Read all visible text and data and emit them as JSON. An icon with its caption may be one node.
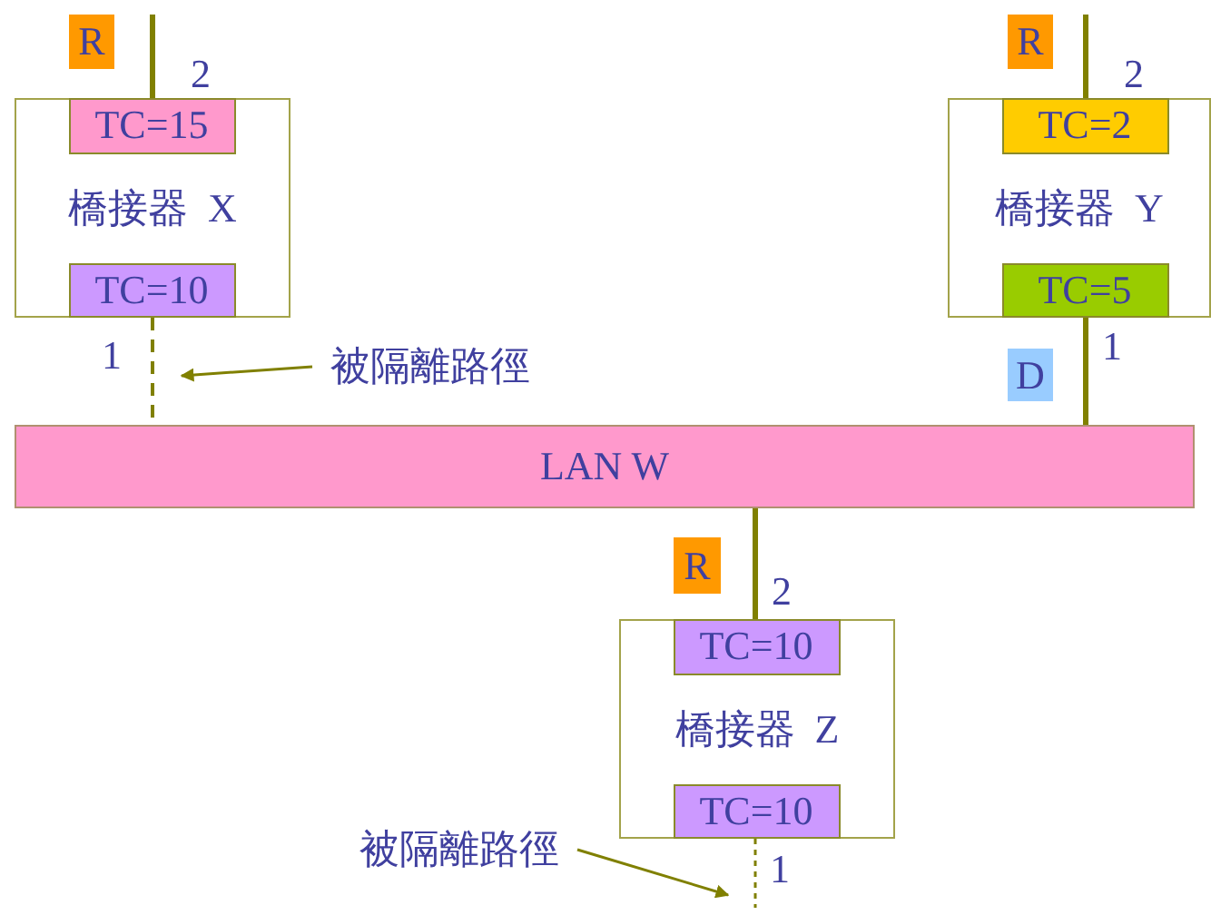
{
  "diagram": {
    "nodes": [
      {
        "text": [
          "橋接器 X"
        ]
      },
      {
        "text": [
          "TC=15"
        ],
        "in": 0
      },
      {
        "text": [
          "TC=10"
        ],
        "in": 0
      },
      {
        "text": [
          "橋接器 Y"
        ]
      },
      {
        "text": [
          "TC=2"
        ],
        "in": 3
      },
      {
        "text": [
          "TC=5"
        ],
        "in": 3
      },
      {
        "text": [
          "LAN W"
        ]
      },
      {
        "text": [
          "橋接器 Z"
        ]
      },
      {
        "text": [
          "TC=10"
        ],
        "in": 7
      },
      {
        "text": [
          "TC=10"
        ],
        "in": 7
      },
      {
        "text": [
          "被隔離路徑"
        ]
      },
      {
        "text": [
          "被隔離路徑"
        ]
      },
      {
        "text": [
          "R"
        ]
      },
      {
        "text": [
          "R"
        ]
      },
      {
        "text": [
          "D"
        ]
      },
      {
        "text": [
          "R"
        ]
      }
    ],
    "edges": [
      {
        "from": null,
        "to": 1,
        "arrow": "none"
      },
      {
        "from": 2,
        "to": 6,
        "arrow": "none",
        "style": "dashed"
      },
      {
        "from": null,
        "to": 4,
        "arrow": "none"
      },
      {
        "from": 5,
        "to": 6,
        "arrow": "none"
      },
      {
        "from": 6,
        "to": 8,
        "arrow": "none"
      },
      {
        "from": 9,
        "to": null,
        "arrow": "none",
        "style": "dashed"
      },
      {
        "from": 10,
        "to": null,
        "arrow": "to"
      },
      {
        "from": 11,
        "to": null,
        "arrow": "to"
      }
    ],
    "labels": [
      "2",
      "2",
      "1",
      "1",
      "2",
      "1"
    ]
  }
}
